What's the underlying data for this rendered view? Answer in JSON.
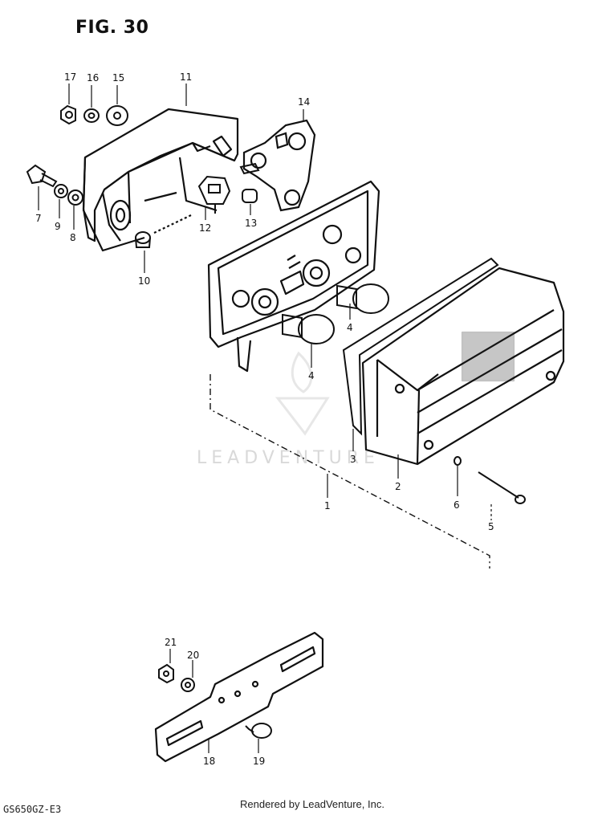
{
  "figure": {
    "title": "FIG. 30",
    "model_code": "GS650GZ-E3"
  },
  "footer": {
    "rendered_by": "Rendered by LeadVenture, Inc."
  },
  "watermark": {
    "text": "LEADVENTURE"
  },
  "callouts": [
    {
      "id": "1",
      "label": "1"
    },
    {
      "id": "2",
      "label": "2"
    },
    {
      "id": "3",
      "label": "3"
    },
    {
      "id": "4a",
      "label": "4"
    },
    {
      "id": "4b",
      "label": "4"
    },
    {
      "id": "5",
      "label": "5"
    },
    {
      "id": "6",
      "label": "6"
    },
    {
      "id": "7",
      "label": "7"
    },
    {
      "id": "8",
      "label": "8"
    },
    {
      "id": "9",
      "label": "9"
    },
    {
      "id": "10",
      "label": "10"
    },
    {
      "id": "11",
      "label": "11"
    },
    {
      "id": "12",
      "label": "12"
    },
    {
      "id": "13",
      "label": "13"
    },
    {
      "id": "14",
      "label": "14"
    },
    {
      "id": "15",
      "label": "15"
    },
    {
      "id": "16",
      "label": "16"
    },
    {
      "id": "17",
      "label": "17"
    },
    {
      "id": "18",
      "label": "18"
    },
    {
      "id": "19",
      "label": "19"
    },
    {
      "id": "20",
      "label": "20"
    },
    {
      "id": "21",
      "label": "21"
    }
  ]
}
